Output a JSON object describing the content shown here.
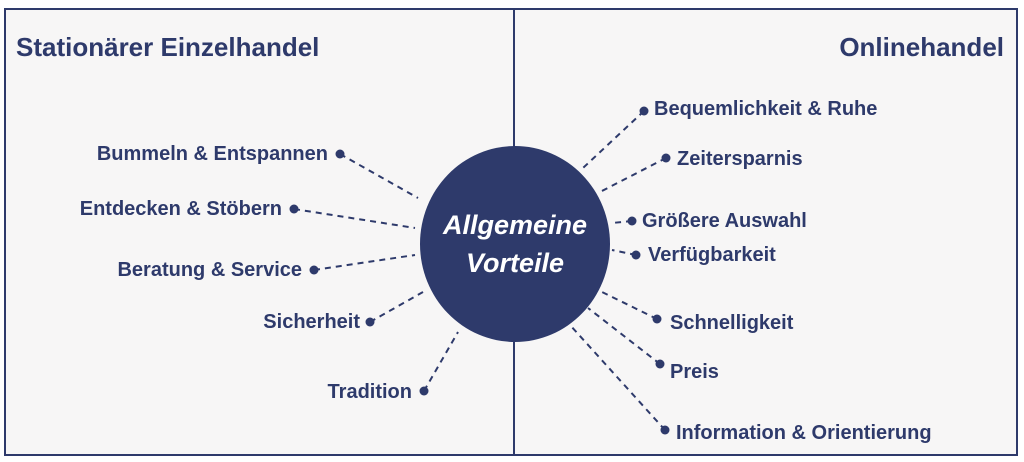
{
  "left_heading": "Stationärer Einzelhandel",
  "right_heading": "Onlinehandel",
  "center": {
    "line1": "Allgemeine",
    "line2": "Vorteile"
  },
  "left_items": [
    "Bummeln & Entspannen",
    "Entdecken & Stöbern",
    "Beratung & Service",
    "Sicherheit",
    "Tradition"
  ],
  "right_items": [
    "Bequemlichkeit & Ruhe",
    "Zeitersparnis",
    "Größere Auswahl",
    "Verfügbarkeit",
    "Schnelligkeit",
    "Preis",
    "Information & Orientierung"
  ],
  "colors": {
    "primary": "#2e3a6b",
    "background": "#f7f6f6"
  }
}
